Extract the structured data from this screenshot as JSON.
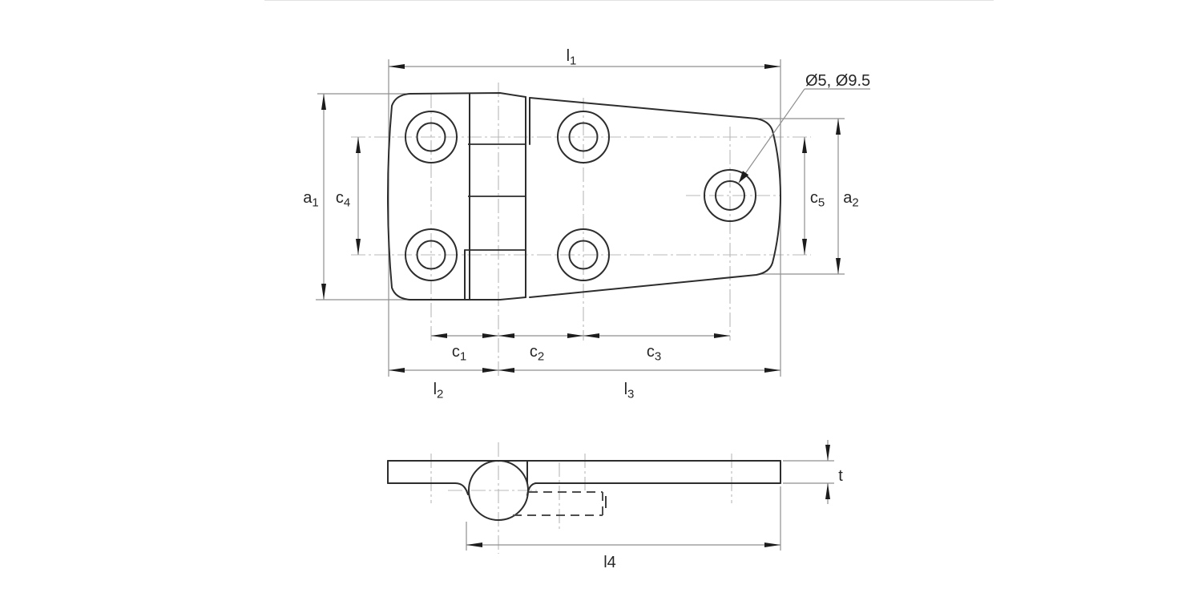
{
  "plan_view": {
    "dim_labels": {
      "l1": {
        "base": "l",
        "sub": "1"
      },
      "a1": {
        "base": "a",
        "sub": "1"
      },
      "c4": {
        "base": "c",
        "sub": "4"
      },
      "c5": {
        "base": "c",
        "sub": "5"
      },
      "a2": {
        "base": "a",
        "sub": "2"
      },
      "c1": {
        "base": "c",
        "sub": "1"
      },
      "c2": {
        "base": "c",
        "sub": "2"
      },
      "c3": {
        "base": "c",
        "sub": "3"
      },
      "l2": {
        "base": "l",
        "sub": "2"
      },
      "l3": {
        "base": "l",
        "sub": "3"
      }
    },
    "hole_callout": "Ø5, Ø9.5"
  },
  "side_view": {
    "dim_labels": {
      "l4": {
        "base": "l4",
        "sub": ""
      },
      "t": {
        "base": "t",
        "sub": ""
      },
      "pin": {
        "base": "l",
        "sub": ""
      }
    }
  },
  "colors": {
    "background": "#ffffff",
    "outline": "#2d2d2d",
    "dimension_line": "#8f8f8f",
    "centerline": "#b8b8b8",
    "hidden_line": "#4e4e4e",
    "arrowhead": "#1c1c1c",
    "text": "#262626"
  }
}
